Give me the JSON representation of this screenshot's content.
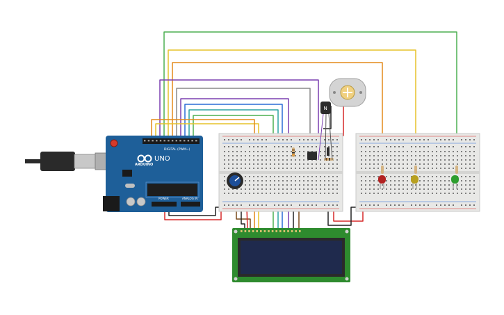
{
  "canvas": {
    "background": "#ffffff"
  },
  "arduino": {
    "brand_text": "UNO",
    "logo_text": "ARDUINO",
    "digital_header_text": "DIGITAL (PWM~)",
    "power_header_text": "POWER",
    "analog_header_text": "ANALOG IN",
    "reset_button_name": "reset-button",
    "board_color": "#1e5f99",
    "chip_color": "#1e1e1e"
  },
  "usb_cable": {
    "color": "#2a2a2a"
  },
  "breadboards": [
    {
      "name": "breadboard-left",
      "color": "#e8e8e6"
    },
    {
      "name": "breadboard-right",
      "color": "#e8e8e6"
    }
  ],
  "potentiometer": {
    "color": "#2a2a2a",
    "knob_color": "#1e4f99"
  },
  "transistor": {
    "label": "N",
    "color": "#2b2b2b"
  },
  "motor": {
    "body_color": "#d4d4d4",
    "shaft_color": "#f0d080"
  },
  "lcd": {
    "pcb_color": "#2e8b2e",
    "screen_color": "#1f2a4d",
    "text": ""
  },
  "leds": [
    {
      "name": "red-led",
      "color": "#b22222"
    },
    {
      "name": "yellow-led",
      "color": "#b8a020"
    },
    {
      "name": "green-led",
      "color": "#2e9e2e"
    }
  ],
  "wire_colors": {
    "green": "#4caf50",
    "yellow": "#e6c229",
    "orange": "#e38a1a",
    "purple": "#7a3fb0",
    "gray": "#8a8a8a",
    "blue": "#2a6bd6",
    "teal": "#2ba3a3",
    "red": "#d62828",
    "black": "#222222",
    "brown": "#7a4a1a"
  }
}
